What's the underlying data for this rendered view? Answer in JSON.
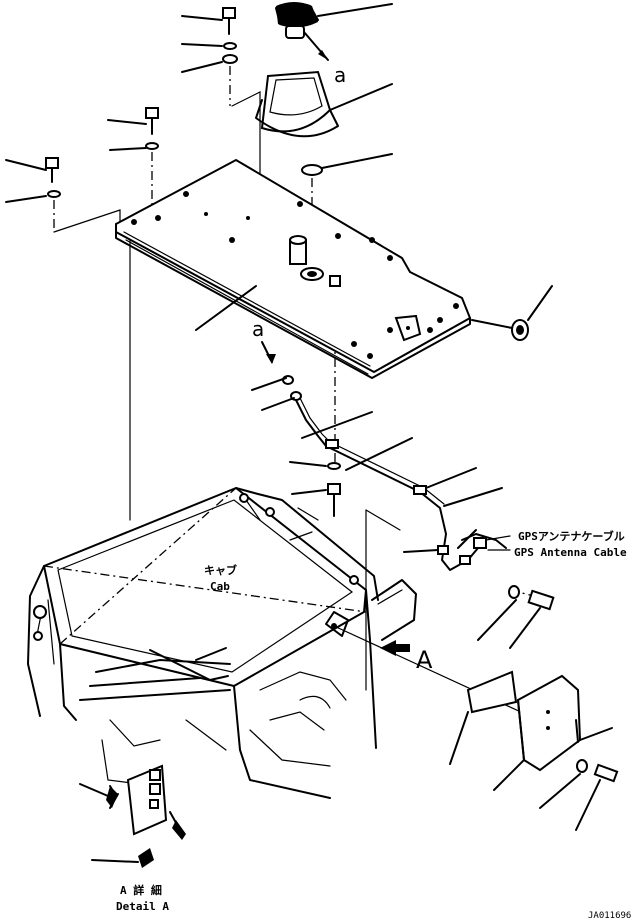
{
  "labels": {
    "ref_a_top": "a",
    "ref_a_mid": "a",
    "cab_jp": "キャブ",
    "cab_en": "Cab",
    "gps_cable_jp": "GPSアンテナケーブル",
    "gps_cable_en": "GPS Antenna Cable",
    "view_a_arrow": "A",
    "detail_a_jp": "A 詳 細",
    "detail_a_en": "Detail A",
    "drawing_no": "JA011696"
  },
  "colors": {
    "ink": "#000000",
    "paper": "#ffffff"
  }
}
